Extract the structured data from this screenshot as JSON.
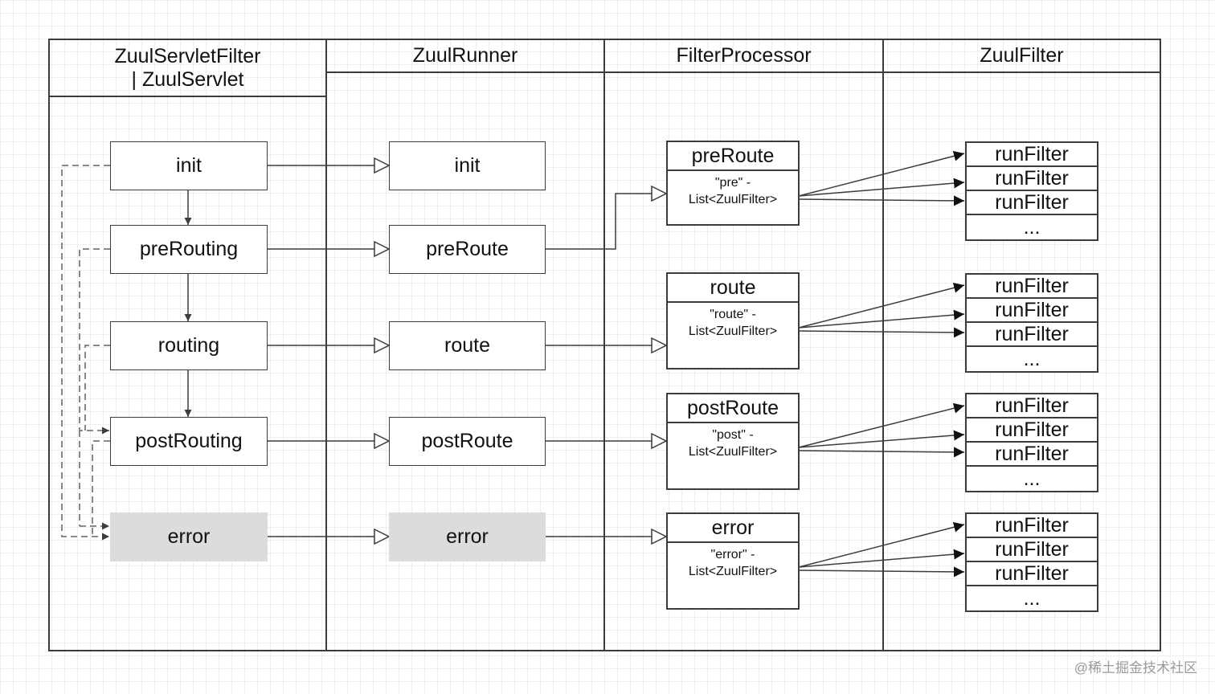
{
  "lanes": [
    {
      "title": "ZuulServletFilter\n| ZuulServlet"
    },
    {
      "title": "ZuulRunner"
    },
    {
      "title": "FilterProcessor"
    },
    {
      "title": "ZuulFilter"
    }
  ],
  "servlet_steps": [
    "init",
    "preRouting",
    "routing",
    "postRouting",
    "error"
  ],
  "runner_steps": [
    "init",
    "preRoute",
    "route",
    "postRoute",
    "error"
  ],
  "processors": [
    {
      "title": "preRoute",
      "line1": "\"pre\" -",
      "line2": "List<ZuulFilter>"
    },
    {
      "title": "route",
      "line1": "\"route\" -",
      "line2": "List<ZuulFilter>"
    },
    {
      "title": "postRoute",
      "line1": "\"post\" -",
      "line2": "List<ZuulFilter>"
    },
    {
      "title": "error",
      "line1": "\"error\" -",
      "line2": "List<ZuulFilter>"
    }
  ],
  "filter_lists": [
    [
      "runFilter",
      "runFilter",
      "runFilter",
      "..."
    ],
    [
      "runFilter",
      "runFilter",
      "runFilter",
      "..."
    ],
    [
      "runFilter",
      "runFilter",
      "runFilter",
      "..."
    ],
    [
      "runFilter",
      "runFilter",
      "runFilter",
      "..."
    ]
  ],
  "watermark": "@稀土掘金技术社区",
  "colors": {
    "line": "#3c3c3c",
    "error_fill": "#dcdcdc",
    "grid": "#eceff3"
  }
}
